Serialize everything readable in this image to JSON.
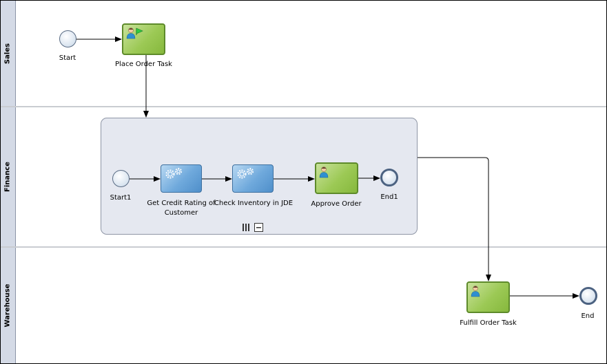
{
  "lanes": {
    "sales": "Sales",
    "finance": "Finance",
    "warehouse": "Warehouse"
  },
  "events": {
    "start": "Start",
    "start1": "Start1",
    "end1": "End1",
    "end": "End"
  },
  "tasks": {
    "place_order": "Place Order Task",
    "get_credit": "Get Credit Rating of Customer",
    "check_inventory": "Check Inventory in JDE",
    "approve_order": "Approve Order",
    "fulfill_order": "Fulfill Order Task"
  },
  "icons": {
    "human_task": "user-icon",
    "initiator": "green-flag-icon",
    "service_task": "gears-icon",
    "subprocess_controls": [
      "parallel-marker-icon",
      "collapse-icon"
    ]
  },
  "colors": {
    "human_task": "#9cc955",
    "service_task": "#6fa9dc",
    "subprocess": "#e5e8f0",
    "lane_header": "#d4dae6"
  }
}
